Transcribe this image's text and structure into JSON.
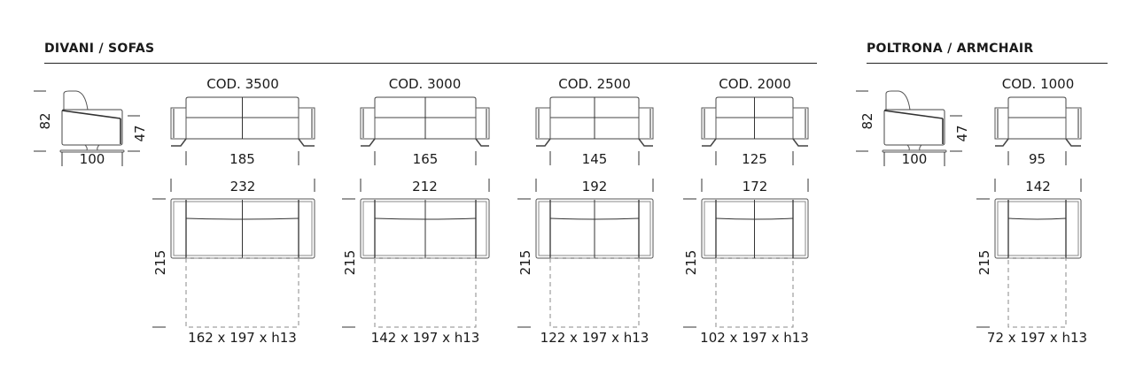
{
  "sections": {
    "sofas_title": "DIVANI / SOFAS",
    "armchair_title": "POLTRONA / ARMCHAIR"
  },
  "side_view": {
    "height_label": "82",
    "seat_height_label": "47",
    "depth_label": "100"
  },
  "models": [
    {
      "code": "COD. 3500",
      "seat_width": "185",
      "overall_width": "232",
      "open_depth": "215",
      "mattress": "162 x 197 x h13",
      "seats": 2
    },
    {
      "code": "COD. 3000",
      "seat_width": "165",
      "overall_width": "212",
      "open_depth": "215",
      "mattress": "142 x 197 x h13",
      "seats": 2
    },
    {
      "code": "COD. 2500",
      "seat_width": "145",
      "overall_width": "192",
      "open_depth": "215",
      "mattress": "122 x 197 x h13",
      "seats": 2
    },
    {
      "code": "COD. 2000",
      "seat_width": "125",
      "overall_width": "172",
      "open_depth": "215",
      "mattress": "102 x 197 x h13",
      "seats": 2
    },
    {
      "code": "COD. 1000",
      "seat_width": "95",
      "overall_width": "142",
      "open_depth": "215",
      "mattress": "72 x 197 x h13",
      "seats": 1
    }
  ]
}
